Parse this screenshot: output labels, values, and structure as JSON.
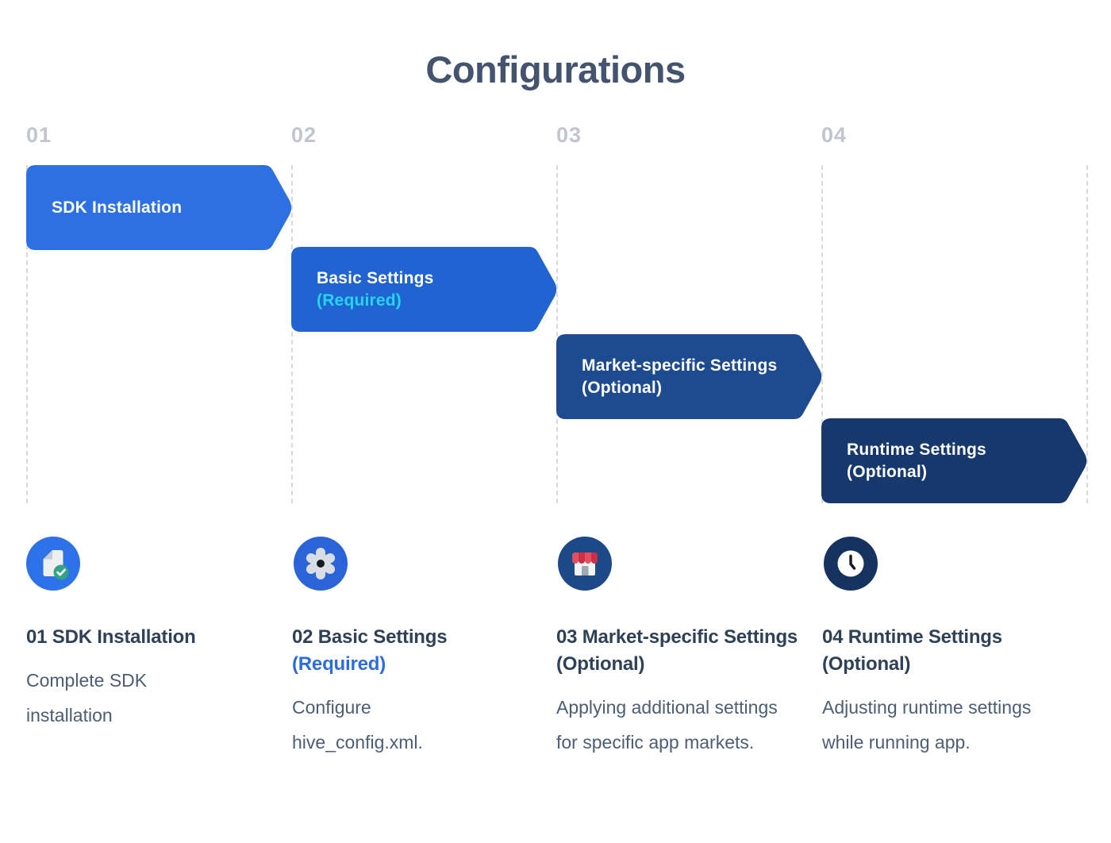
{
  "title": "Configurations",
  "colors": {
    "title": "#44546E",
    "step_number": "#C2C6CC",
    "dashed_line": "#D7DADF",
    "heading": "#2F4156",
    "heading_highlight": "#2E6BDF",
    "description": "#4D5D72",
    "banner_text": "#FFFFFF",
    "required_cyan": "#24D5F2"
  },
  "steps": [
    {
      "number": "01",
      "banner": {
        "line1": "SDK Installation",
        "line2": "",
        "color": "#2C70E4",
        "line2_color": "#FFFFFF"
      },
      "icon": "document-check-icon",
      "icon_bg": "#2D72E8",
      "heading": "01 SDK Installation",
      "heading_highlight": "",
      "description": "Complete SDK installation"
    },
    {
      "number": "02",
      "banner": {
        "line1": "Basic Settings",
        "line2": "(Required)",
        "color": "#2263D2",
        "line2_color": "#24D5F2"
      },
      "icon": "gear-icon",
      "icon_bg": "#2B63D9",
      "heading": "02 Basic Settings",
      "heading_highlight": "(Required)",
      "description": "Configure hive_config.xml."
    },
    {
      "number": "03",
      "banner": {
        "line1": "Market-specific Settings",
        "line2": "(Optional)",
        "color": "#1E4A90",
        "line2_color": "#FFFFFF"
      },
      "icon": "storefront-icon",
      "icon_bg": "#1E4989",
      "heading": "03 Market-specific Settings (Optional)",
      "heading_highlight": "",
      "description": "Applying additional settings for specific app markets."
    },
    {
      "number": "04",
      "banner": {
        "line1": "Runtime Settings",
        "line2": "(Optional)",
        "color": "#17386C",
        "line2_color": "#FFFFFF"
      },
      "icon": "clock-icon",
      "icon_bg": "#16335F",
      "heading": "04 Runtime Settings (Optional)",
      "heading_highlight": "",
      "description": "Adjusting runtime settings while running app."
    }
  ]
}
